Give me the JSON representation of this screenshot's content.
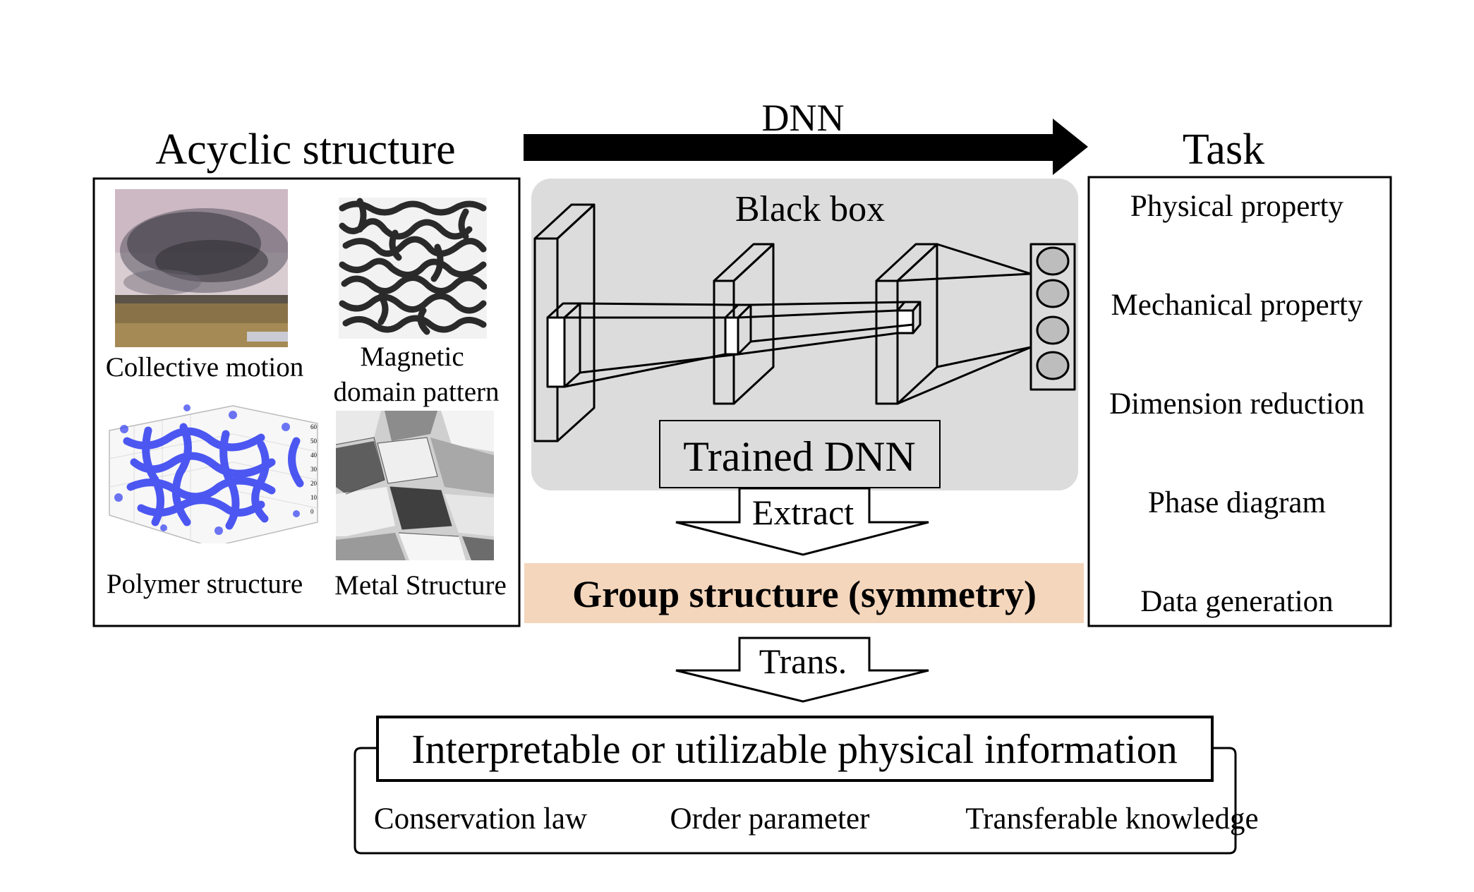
{
  "diagram": {
    "dnn_arrow_label": "DNN",
    "left_panel": {
      "title": "Acyclic structure",
      "items": [
        {
          "label": "Collective motion",
          "label_lines": [
            "Collective motion"
          ],
          "image": "bird-flock-photo"
        },
        {
          "label": "Magnetic domain pattern",
          "label_lines": [
            "Magnetic",
            "domain pattern"
          ],
          "image": "labyrinth-pattern"
        },
        {
          "label": "Polymer structure",
          "label_lines": [
            "Polymer structure"
          ],
          "image": "3d-polymer-plot"
        },
        {
          "label": "Metal Structure",
          "label_lines": [
            "Metal Structure"
          ],
          "image": "metal-micrograph"
        }
      ]
    },
    "center_panel": {
      "black_box_label": "Black box",
      "trained_label": "Trained DNN",
      "extract_label": "Extract",
      "group_label": "Group structure (symmetry)",
      "trans_label": "Trans."
    },
    "right_panel": {
      "title": "Task",
      "items": [
        "Physical property",
        "Mechanical property",
        "Dimension reduction",
        "Phase diagram",
        "Data generation"
      ]
    },
    "bottom_panel": {
      "title": "Interpretable or utilizable physical information",
      "items": [
        "Conservation law",
        "Order parameter",
        "Transferable knowledge"
      ]
    },
    "colors": {
      "black_box_fill": "#dcdcdc",
      "group_fill": "#f4d6bc",
      "polymer_blue": "#2f3cf0"
    }
  }
}
